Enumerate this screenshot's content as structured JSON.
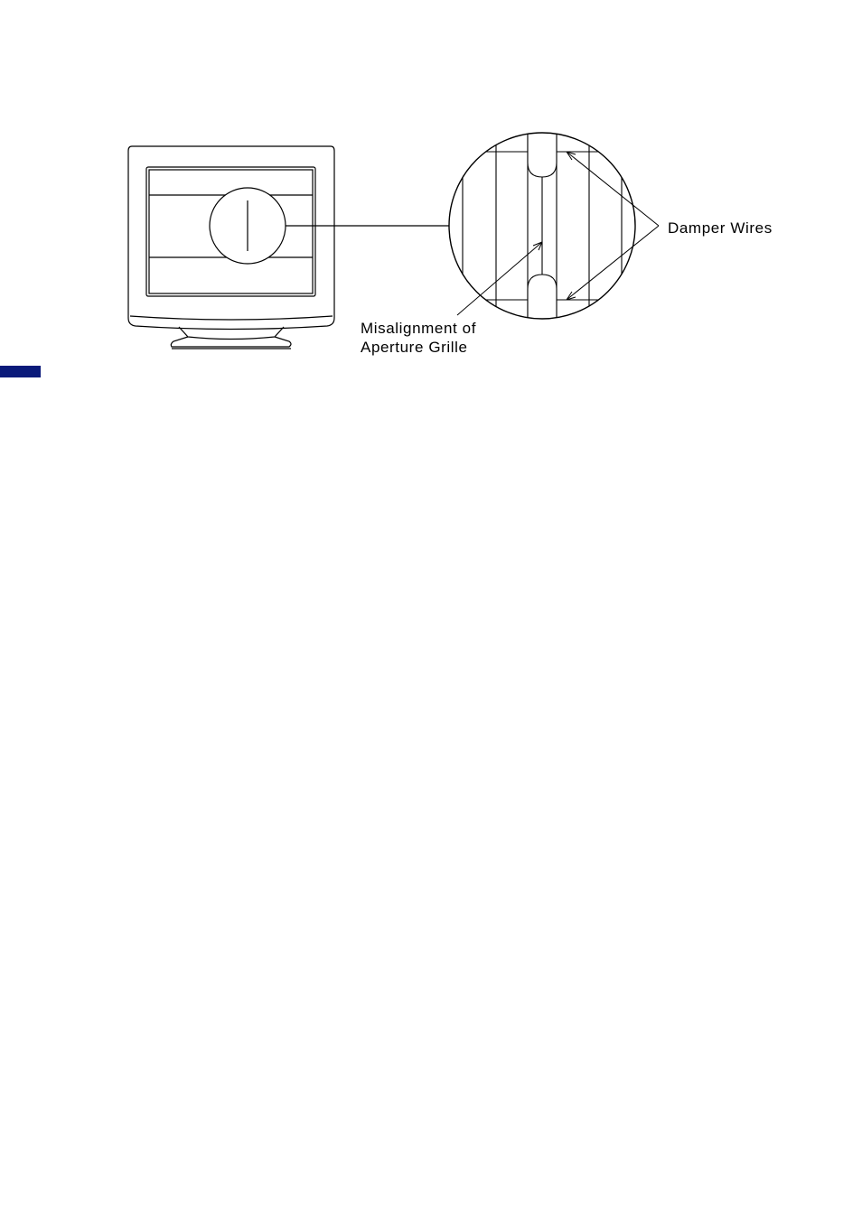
{
  "labels": {
    "damper_wires": "Damper Wires",
    "misalignment_line1": "Misalignment of",
    "misalignment_line2": "Aperture Grille"
  },
  "colors": {
    "line": "#000000",
    "background": "#ffffff",
    "side_tab": "#0a1a7a"
  }
}
